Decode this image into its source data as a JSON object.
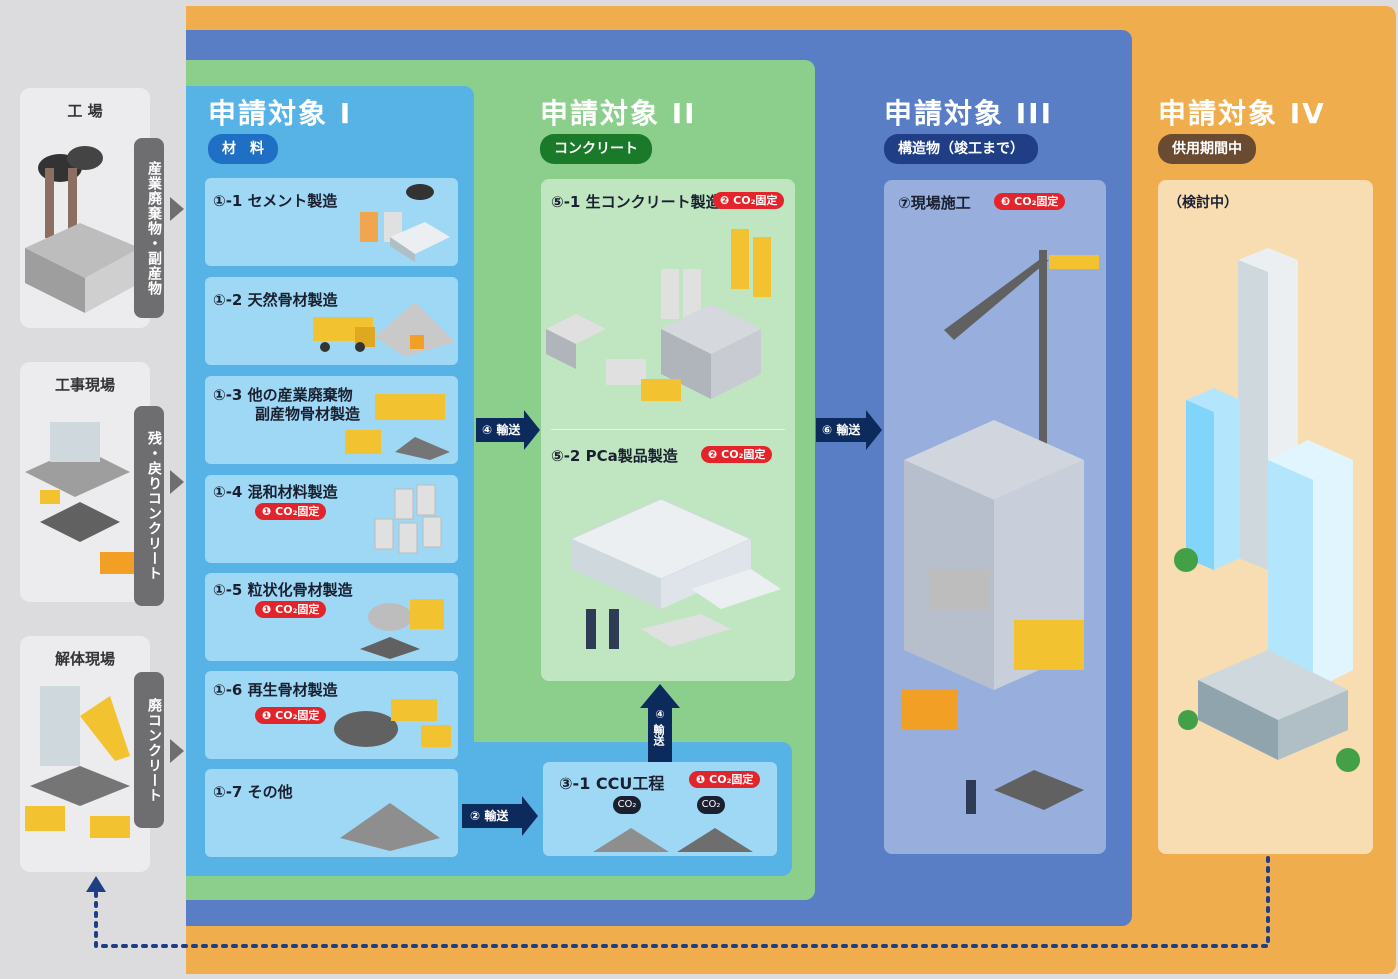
{
  "sources": [
    {
      "title": "工 場",
      "label": "産業廃棄物・副産物",
      "icon": "factory-icon"
    },
    {
      "title": "工事現場",
      "label": "残・戻りコンクリート",
      "icon": "construction-site-icon"
    },
    {
      "title": "解体現場",
      "label": "廃コンクリート",
      "icon": "demolition-site-icon"
    }
  ],
  "target1": {
    "title": "申請対象 I",
    "subtitle": "材　料",
    "items": [
      {
        "label": "①-1  セメント製造",
        "co2": ""
      },
      {
        "label": "①-2  天然骨材製造",
        "co2": ""
      },
      {
        "label": "①-3  他の産業廃棄物",
        "label2": "副産物骨材製造",
        "co2": ""
      },
      {
        "label": "①-4  混和材料製造",
        "co2": "❶ CO₂固定"
      },
      {
        "label": "①-5  粒状化骨材製造",
        "co2": "❶ CO₂固定"
      },
      {
        "label": "①-6  再生骨材製造",
        "co2": "❶ CO₂固定"
      },
      {
        "label": "①-7  その他",
        "co2": ""
      }
    ]
  },
  "target2": {
    "title": "申請対象 II",
    "subtitle": "コンクリート",
    "items": [
      {
        "label": "⑤-1 生コンクリート製造",
        "co2": "❷ CO₂固定"
      },
      {
        "label": "⑤-2  PCa製品製造",
        "co2": "❷ CO₂固定"
      }
    ]
  },
  "ccu": {
    "label": "③-1  CCU工程",
    "co2": "❶ CO₂固定",
    "bubble": "CO₂"
  },
  "target3": {
    "title": "申請対象 III",
    "subtitle": "構造物（竣工まで）",
    "item": {
      "label": "⑦現場施工",
      "co2": "❸ CO₂固定"
    }
  },
  "target4": {
    "title": "申請対象 IV",
    "subtitle": "供用期間中",
    "note": "（検討中）"
  },
  "transport": {
    "t4a": "④ 輸送",
    "t4b_num": "④",
    "t4b_text": "輸送",
    "t2": "② 輸送",
    "t6": "⑥ 輸送"
  },
  "colors": {
    "gray_bg": "#dcdcde",
    "orange": "#f0ad4e",
    "navy_region": "#5a7ec6",
    "green_region": "#8ccf8d",
    "blue_region": "#57b3e6",
    "card_blue": "#9fd8f5",
    "card_green": "#bfe6c0",
    "card_navy": "#98afdd",
    "card_orange": "#f8ddb3",
    "co2_red": "#e4242b",
    "transport_navy": "#0d2a5c"
  }
}
